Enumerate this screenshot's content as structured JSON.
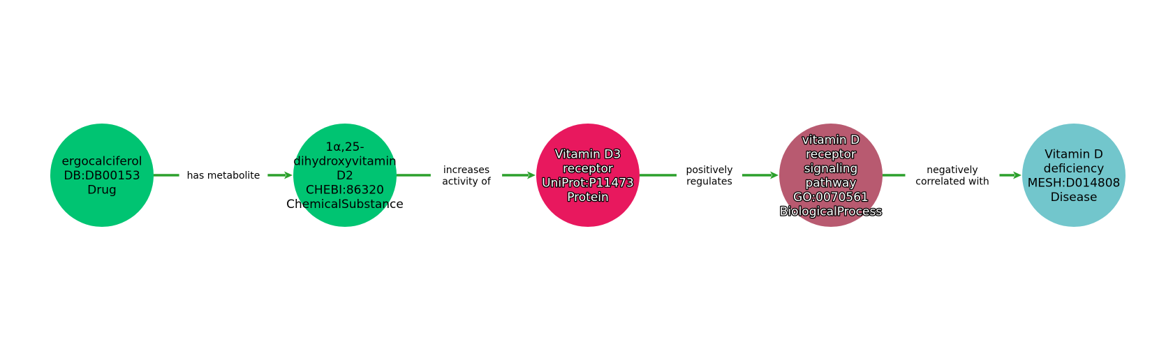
{
  "edge_color": "#2ca02c",
  "nodes": [
    {
      "id": "n1",
      "lines": [
        "ergocalciferol",
        "DB:DB00153",
        "Drug"
      ],
      "fill": "#00c472",
      "text_color": "dark"
    },
    {
      "id": "n2",
      "lines": [
        "1α,25-",
        "dihydroxyvitamin",
        "D2",
        "CHEBI:86320",
        "ChemicalSubstance"
      ],
      "fill": "#00c472",
      "text_color": "dark"
    },
    {
      "id": "n3",
      "lines": [
        "Vitamin D3",
        "receptor",
        "UniProt:P11473",
        "Protein"
      ],
      "fill": "#e8185e",
      "text_color": "light"
    },
    {
      "id": "n4",
      "lines": [
        "vitamin D",
        "receptor",
        "signaling",
        "pathway",
        "GO:0070561",
        "BiologicalProcess"
      ],
      "fill": "#b85a70",
      "text_color": "light"
    },
    {
      "id": "n5",
      "lines": [
        "Vitamin D",
        "deficiency",
        "MESH:D014808",
        "Disease"
      ],
      "fill": "#72c6cc",
      "text_color": "dark"
    }
  ],
  "edges": [
    {
      "from": "n1",
      "to": "n2",
      "label_lines": [
        "has metabolite"
      ]
    },
    {
      "from": "n2",
      "to": "n3",
      "label_lines": [
        "increases",
        "activity of"
      ]
    },
    {
      "from": "n3",
      "to": "n4",
      "label_lines": [
        "positively",
        "regulates"
      ]
    },
    {
      "from": "n4",
      "to": "n5",
      "label_lines": [
        "negatively",
        "correlated with"
      ]
    }
  ]
}
